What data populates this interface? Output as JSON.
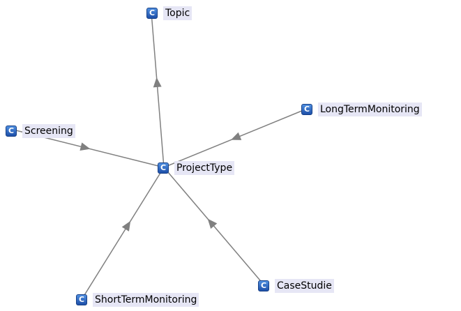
{
  "diagram": {
    "node_icon_letter": "C",
    "colors": {
      "edge": "#808080",
      "label_bg": "#e6e6f5",
      "icon": "#2a62c4"
    },
    "nodes": [
      {
        "id": "topic",
        "label": "Topic"
      },
      {
        "id": "longterm",
        "label": "LongTermMonitoring"
      },
      {
        "id": "screening",
        "label": "Screening"
      },
      {
        "id": "projecttype",
        "label": "ProjectType"
      },
      {
        "id": "shortterm",
        "label": "ShortTermMonitoring"
      },
      {
        "id": "casestudie",
        "label": "CaseStudie"
      }
    ],
    "edges": [
      {
        "from": "projecttype",
        "to": "topic"
      },
      {
        "from": "longterm",
        "to": "projecttype"
      },
      {
        "from": "screening",
        "to": "projecttype"
      },
      {
        "from": "shortterm",
        "to": "projecttype"
      },
      {
        "from": "casestudie",
        "to": "projecttype"
      }
    ]
  }
}
